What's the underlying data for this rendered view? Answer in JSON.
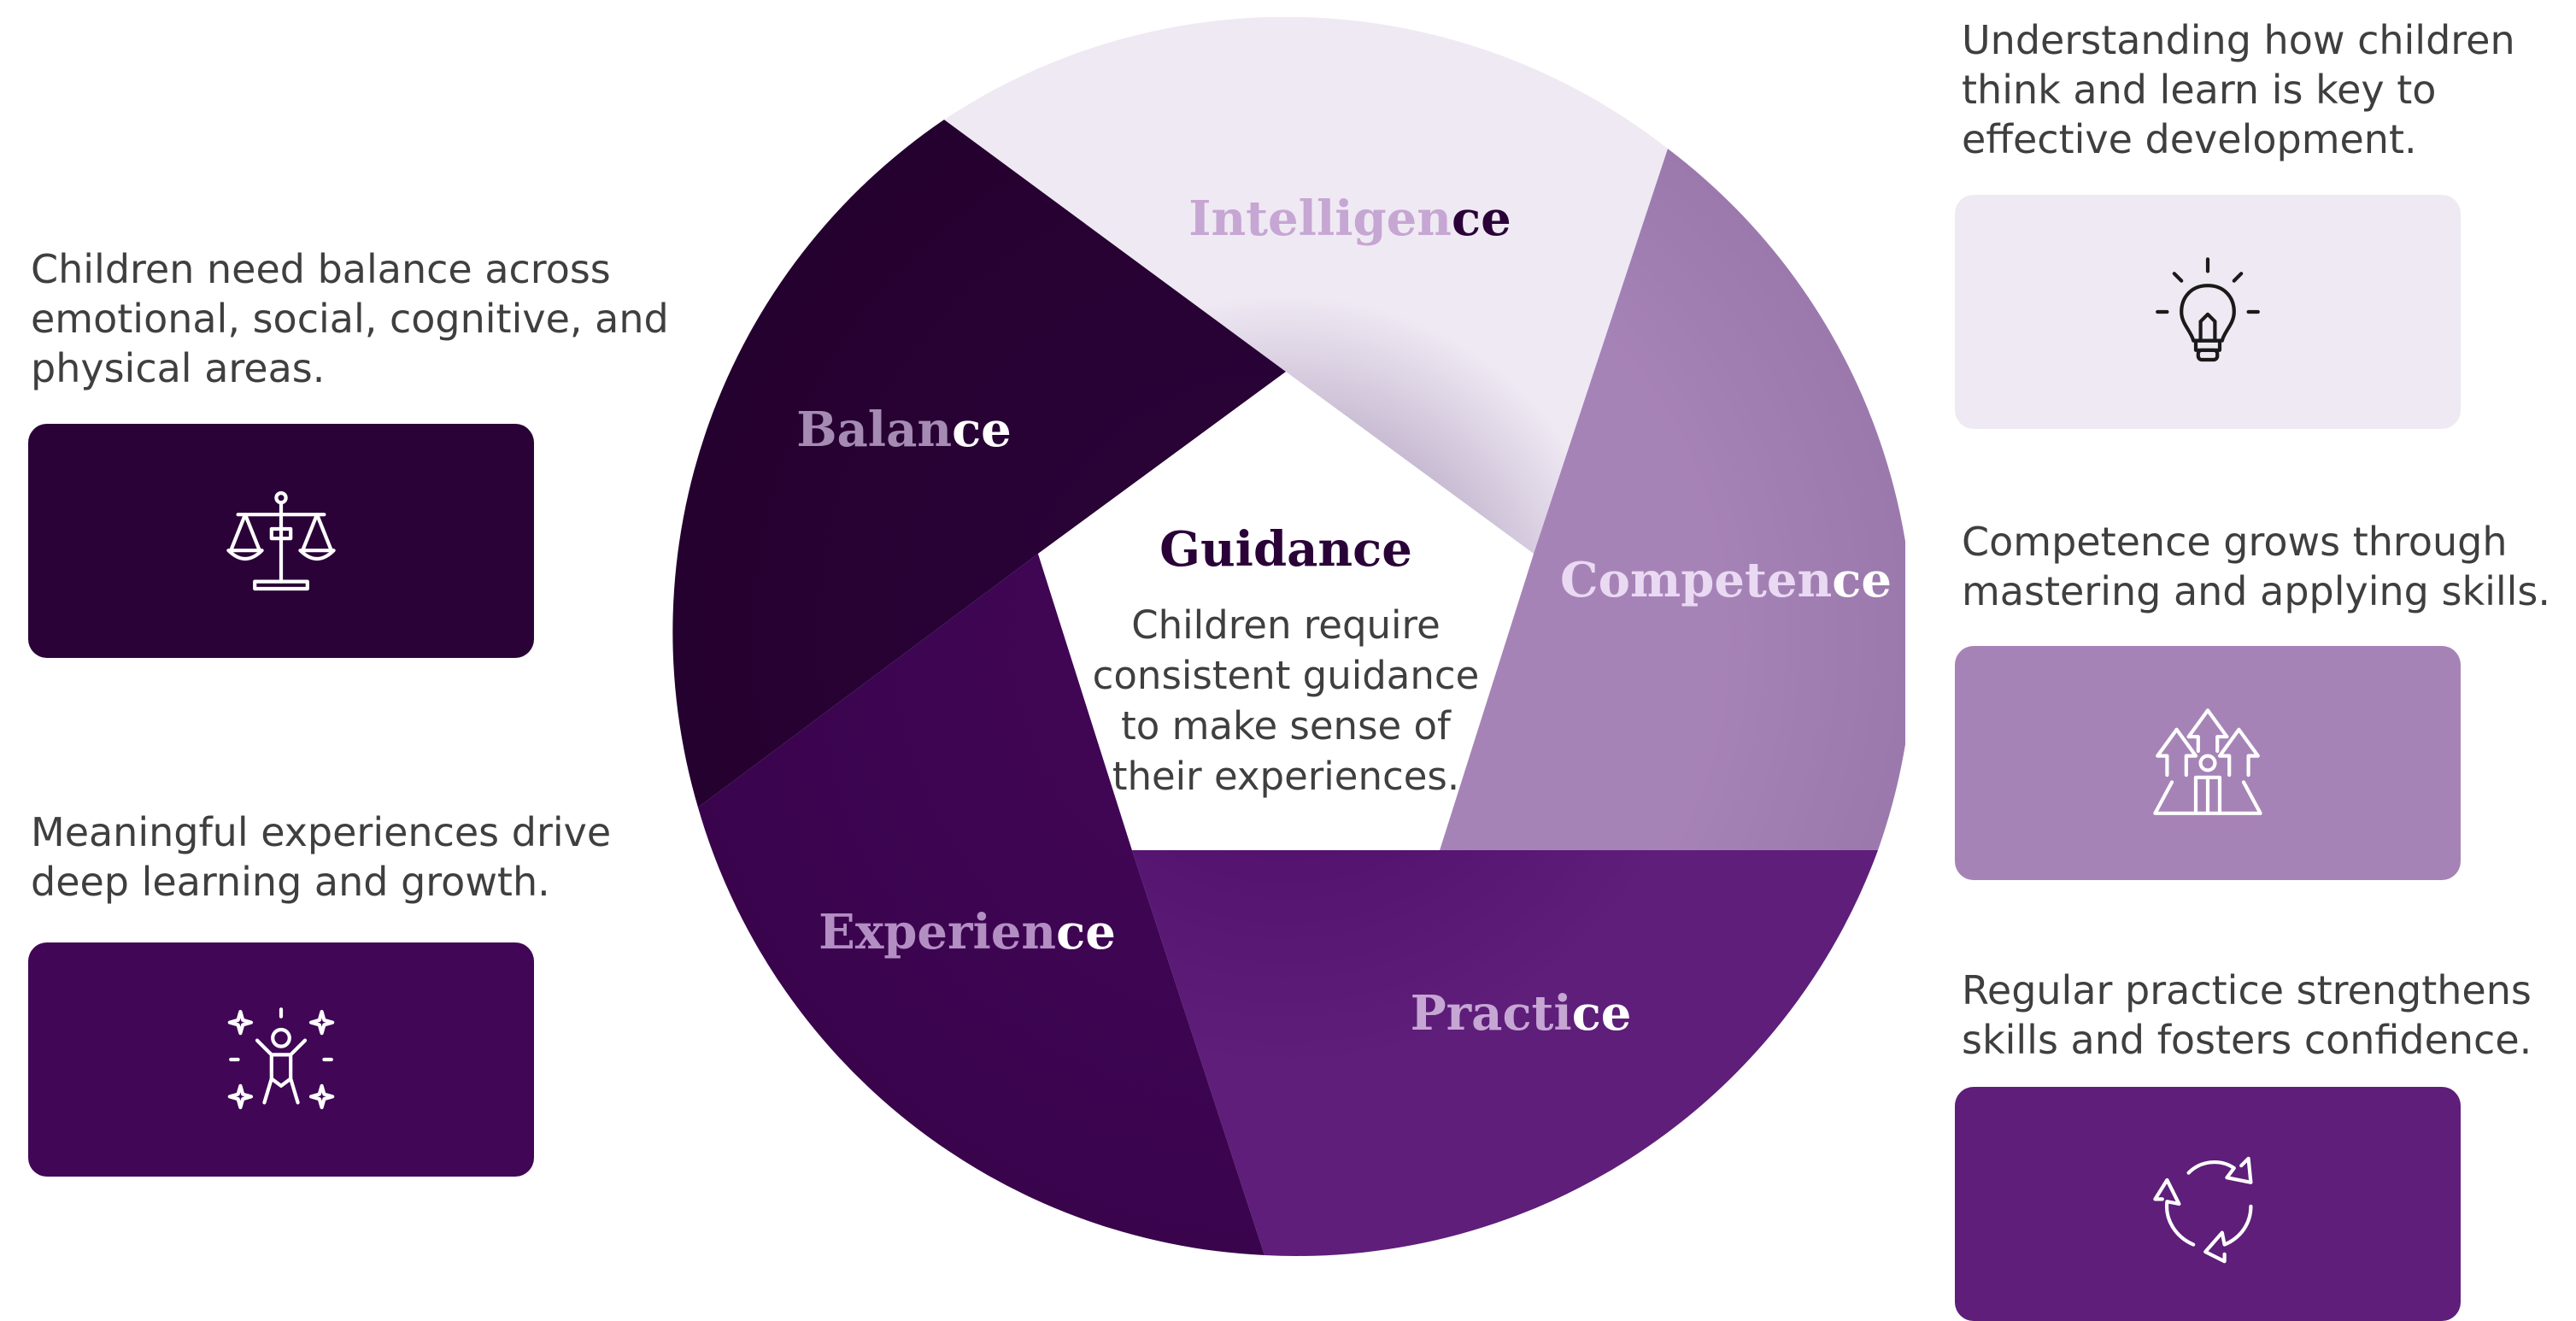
{
  "colors": {
    "balance": "#2a0238",
    "experience": "#410656",
    "practice": "#5e1e7a",
    "competence": "#a683b7",
    "intelligence": "#efe9f3",
    "text": "#3f3f3f"
  },
  "center": {
    "title": "Guidance",
    "body_lines": [
      "Children require",
      "consistent guidance",
      "to make sense of",
      "their experiences."
    ]
  },
  "segments": [
    {
      "key": "balance",
      "label_a": "Balan",
      "label_b": "ce"
    },
    {
      "key": "intelligence",
      "label_a": "Intelligen",
      "label_b": "ce"
    },
    {
      "key": "competence",
      "label_a": "Competen",
      "label_b": "ce"
    },
    {
      "key": "practice",
      "label_a": "Practi",
      "label_b": "ce"
    },
    {
      "key": "experience",
      "label_a": "Experien",
      "label_b": "ce"
    }
  ],
  "cards": [
    {
      "key": "balance",
      "text": "Children need balance across\nemotional, social, cognitive, and\nphysical areas.",
      "icon": "scales-icon"
    },
    {
      "key": "experience",
      "text": "Meaningful experiences drive\ndeep learning and growth.",
      "icon": "sparkle-person-icon"
    },
    {
      "key": "intelligence",
      "text": "Understanding how children\nthink and learn is key to\neffective development.",
      "icon": "lightbulb-icon"
    },
    {
      "key": "competence",
      "text": "Competence grows through\nmastering and applying skills.",
      "icon": "growth-arrows-icon"
    },
    {
      "key": "practice",
      "text": "Regular practice strengthens\nskills and fosters confidence.",
      "icon": "cycle-arrows-icon"
    }
  ]
}
